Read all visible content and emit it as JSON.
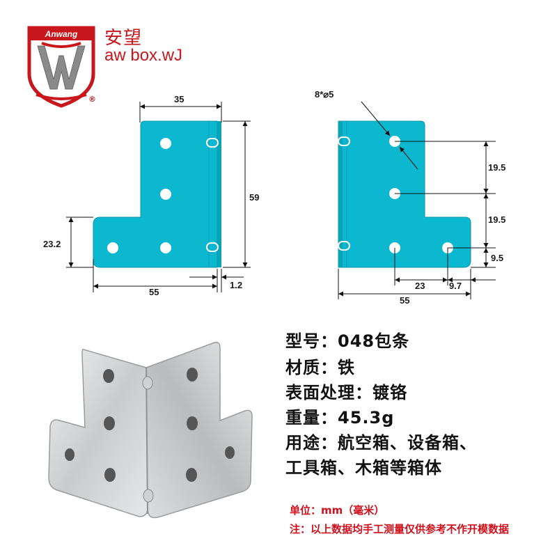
{
  "brand": {
    "logo_text": "Anwang",
    "name_cn": "安望",
    "name_en": "aw box.wJ",
    "registered_mark": "®"
  },
  "left_drawing": {
    "dim_width_top": "35",
    "dim_height": "59",
    "dim_left_height": "23.2",
    "dim_bottom_width": "55",
    "dim_thickness": "1.2"
  },
  "right_drawing": {
    "hole_spec": "8*⌀5",
    "dim_v1": "19.5",
    "dim_v2": "19.5",
    "dim_v3": "9.5",
    "dim_h1": "23",
    "dim_h2": "9.7",
    "dim_bottom_width": "55"
  },
  "specs": {
    "model": "型号：048包条",
    "material": "材质：铁",
    "surface": "表面处理：镀铬",
    "weight": "重量：45.3g",
    "usage_line1": "用途：航空箱、设备箱、",
    "usage_line2": "工具箱、木箱等箱体"
  },
  "notes": {
    "unit": "单位：mm（毫米）",
    "disclaimer": "注：以上数据均手工测量仅供参考不作开模数据"
  },
  "colors": {
    "part_fill": "#0bb8cf",
    "brand_red": "#c8161d",
    "note_red": "#d0101c"
  }
}
